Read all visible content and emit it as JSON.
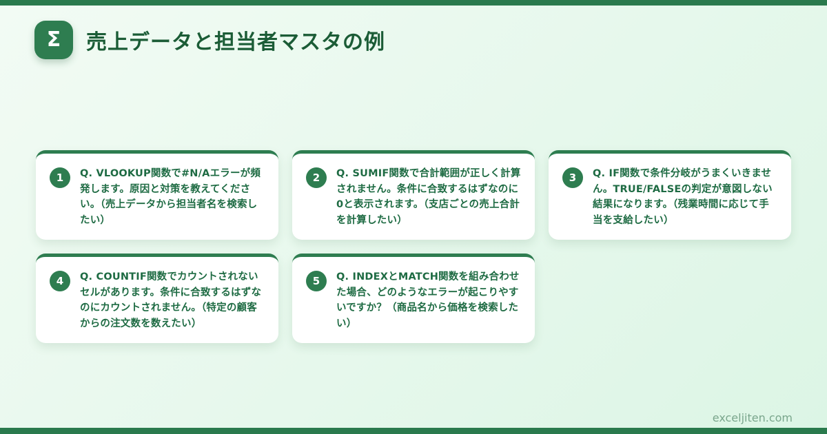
{
  "page": {
    "title": "売上データと担当者マスタの例",
    "logo_symbol": "Σ",
    "footer_url": "exceljiten.com"
  },
  "colors": {
    "accent_green": "#2e7d50",
    "bar_green": "#2a7a4d",
    "title_text": "#1b5c36",
    "card_text": "#1e6b43",
    "card_background": "#ffffff",
    "background_light": "#f2fbf4",
    "background_dark": "#dcf5e5",
    "footer_text": "#7aa68c"
  },
  "cards": [
    {
      "number": "1",
      "text": "Q. VLOOKUP関数で#N/Aエラーが頻発します。原因と対策を教えてください。（売上データから担当者名を検索したい）"
    },
    {
      "number": "2",
      "text": "Q. SUMIF関数で合計範囲が正しく計算されません。条件に合致するはずなのに0と表示されます。（支店ごとの売上合計を計算したい）"
    },
    {
      "number": "3",
      "text": "Q. IF関数で条件分岐がうまくいきません。TRUE/FALSEの判定が意図しない結果になります。（残業時間に応じて手当を支給したい）"
    },
    {
      "number": "4",
      "text": "Q. COUNTIF関数でカウントされないセルがあります。条件に合致するはずなのにカウントされません。（特定の顧客からの注文数を数えたい）"
    },
    {
      "number": "5",
      "text": "Q. INDEXとMATCH関数を組み合わせた場合、どのようなエラーが起こりやすいですか？（商品名から価格を検索したい）"
    }
  ]
}
